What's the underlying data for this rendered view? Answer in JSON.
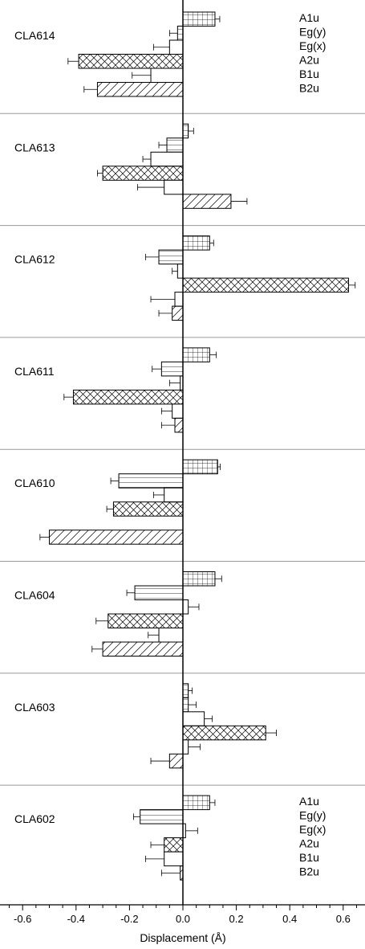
{
  "chart_data": {
    "type": "bar",
    "orientation": "horizontal",
    "xlabel": "Displacement (Å)",
    "xlim": [
      -0.67,
      0.67
    ],
    "xticks": [
      -0.6,
      -0.4,
      -0.2,
      0.0,
      0.2,
      0.4,
      0.6
    ],
    "xtick_labels": [
      "-0.6",
      "-0.4",
      "-0.2",
      "0.0",
      "0.2",
      "0.4",
      "0.6"
    ],
    "legend_entries": [
      "A1u",
      "Eg(y)",
      "Eg(x)",
      "A2u",
      "B1u",
      "B2u"
    ],
    "legend_placement": "right, in top and bottom panels",
    "series_patterns": {
      "A1u": "grid",
      "Eg(y)": "horizontal-lines",
      "Eg(x)": "empty",
      "A2u": "crosshatch",
      "B1u": "empty",
      "B2u": "diagonal-lines"
    },
    "panels": [
      {
        "label": "CLA614",
        "values": [
          0.12,
          -0.02,
          -0.05,
          -0.39,
          -0.12,
          -0.32
        ],
        "errors": [
          0.018,
          0.03,
          0.06,
          0.04,
          0.07,
          0.05
        ]
      },
      {
        "label": "CLA613",
        "values": [
          0.02,
          -0.06,
          -0.12,
          -0.3,
          -0.07,
          0.18
        ],
        "errors": [
          0.02,
          0.03,
          0.03,
          0.02,
          0.1,
          0.06
        ]
      },
      {
        "label": "CLA612",
        "values": [
          0.1,
          -0.09,
          -0.02,
          0.62,
          -0.03,
          -0.04
        ],
        "errors": [
          0.015,
          0.05,
          0.02,
          0.025,
          0.09,
          0.05
        ]
      },
      {
        "label": "CLA611",
        "values": [
          0.1,
          -0.08,
          -0.01,
          -0.41,
          -0.04,
          -0.03
        ],
        "errors": [
          0.025,
          0.035,
          0.04,
          0.035,
          0.04,
          0.05
        ]
      },
      {
        "label": "CLA610",
        "values": [
          0.13,
          -0.24,
          -0.07,
          -0.26,
          0.0,
          -0.5
        ],
        "errors": [
          0.01,
          0.03,
          0.04,
          0.025,
          0.0,
          0.035
        ]
      },
      {
        "label": "CLA604",
        "values": [
          0.12,
          -0.18,
          0.02,
          -0.28,
          -0.09,
          -0.3
        ],
        "errors": [
          0.025,
          0.03,
          0.04,
          0.045,
          0.04,
          0.04
        ]
      },
      {
        "label": "CLA603",
        "values": [
          0.02,
          0.02,
          0.08,
          0.31,
          0.02,
          -0.05
        ],
        "errors": [
          0.015,
          0.03,
          0.03,
          0.04,
          0.045,
          0.07
        ]
      },
      {
        "label": "CLA602",
        "values": [
          0.1,
          -0.16,
          0.01,
          -0.07,
          -0.07,
          -0.01
        ],
        "errors": [
          0.02,
          0.025,
          0.045,
          0.05,
          0.07,
          0.07
        ]
      }
    ]
  }
}
